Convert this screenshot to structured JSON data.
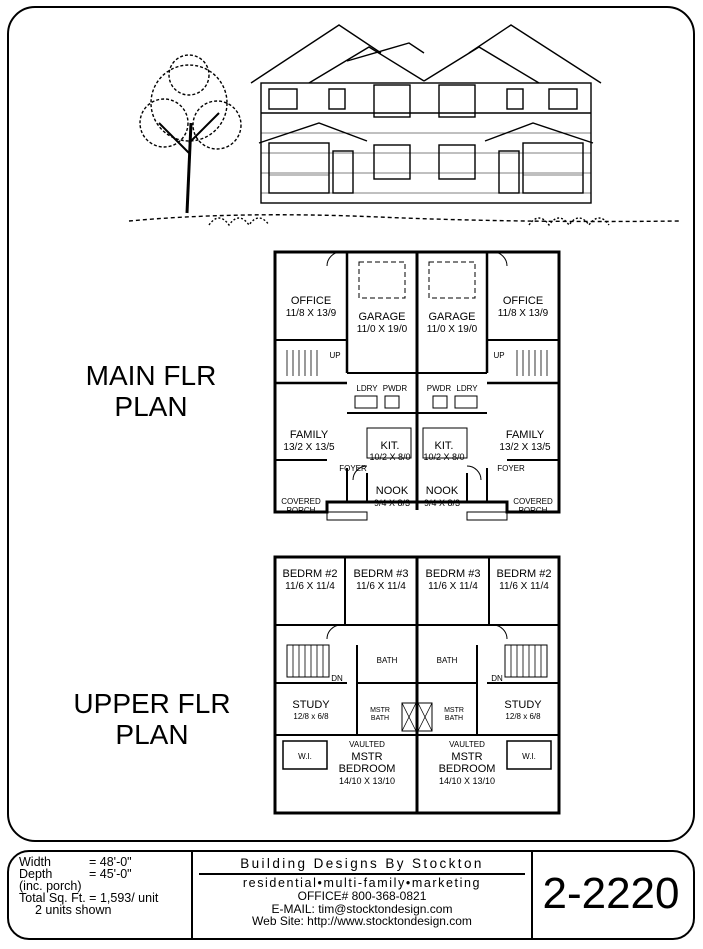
{
  "plans": {
    "main": {
      "label_line1": "MAIN FLR",
      "label_line2": "PLAN",
      "rooms": {
        "office_l_name": "OFFICE",
        "office_l_dim": "11/8 X 13/9",
        "garage_l_name": "GARAGE",
        "garage_l_dim": "11/0 X 19/0",
        "garage_r_name": "GARAGE",
        "garage_r_dim": "11/0 X 19/0",
        "office_r_name": "OFFICE",
        "office_r_dim": "11/8 X 13/9",
        "up_l": "UP",
        "up_r": "UP",
        "ldry_l": "LDRY",
        "pwdr_l": "PWDR",
        "pwdr_r": "PWDR",
        "ldry_r": "LDRY",
        "family_l_name": "FAMILY",
        "family_l_dim": "13/2 X 13/5",
        "family_r_name": "FAMILY",
        "family_r_dim": "13/2 X 13/5",
        "kit_l_name": "KIT.",
        "kit_l_dim": "10/2 X 8/0",
        "kit_r_name": "KIT.",
        "kit_r_dim": "10/2 X 8/0",
        "foyer_l": "FOYER",
        "foyer_r": "FOYER",
        "nook_l_name": "NOOK",
        "nook_l_dim": "9/4 X 8/3",
        "nook_r_name": "NOOK",
        "nook_r_dim": "9/4 X 8/3",
        "porch_l_1": "COVERED",
        "porch_l_2": "PORCH",
        "porch_r_1": "COVERED",
        "porch_r_2": "PORCH"
      }
    },
    "upper": {
      "label_line1": "UPPER FLR",
      "label_line2": "PLAN",
      "rooms": {
        "bed2_l_name": "BEDRM #2",
        "bed2_l_dim": "11/6 X 11/4",
        "bed3_l_name": "BEDRM #3",
        "bed3_l_dim": "11/6 X 11/4",
        "bed3_r_name": "BEDRM #3",
        "bed3_r_dim": "11/6 X 11/4",
        "bed2_r_name": "BEDRM #2",
        "bed2_r_dim": "11/6 X 11/4",
        "bath_l": "BATH",
        "bath_r": "BATH",
        "dn_l": "DN",
        "dn_r": "DN",
        "study_l_name": "STUDY",
        "study_l_dim": "12/8 x 6/8",
        "study_r_name": "STUDY",
        "study_r_dim": "12/8 x 6/8",
        "mstr_bath_l_1": "MSTR",
        "mstr_bath_l_2": "BATH",
        "mstr_bath_r_1": "MSTR",
        "mstr_bath_r_2": "BATH",
        "wi_l": "W.I.",
        "wi_r": "W.I.",
        "mbr_l_1": "VAULTED",
        "mbr_l_2": "MSTR",
        "mbr_l_3": "BEDROOM",
        "mbr_l_4": "14/10 X 13/10",
        "mbr_r_1": "VAULTED",
        "mbr_r_2": "MSTR",
        "mbr_r_3": "BEDROOM",
        "mbr_r_4": "14/10 X 13/10"
      }
    }
  },
  "specs": {
    "width_label": "Width",
    "width_value": "= 48'-0\"",
    "depth_label": "Depth",
    "depth_value": "= 45'-0\"",
    "depth_note": "(inc. porch)",
    "total": "Total Sq. Ft. = 1,593/ unit",
    "units": "2 units shown"
  },
  "company": {
    "name": "Building Designs By Stockton",
    "tagline": "residential•multi-family•marketing",
    "office": "OFFICE# 800-368-0821",
    "email": "E-MAIL: tim@stocktondesign.com",
    "web": "Web Site: http://www.stocktondesign.com"
  },
  "plan_number": "2-2220"
}
